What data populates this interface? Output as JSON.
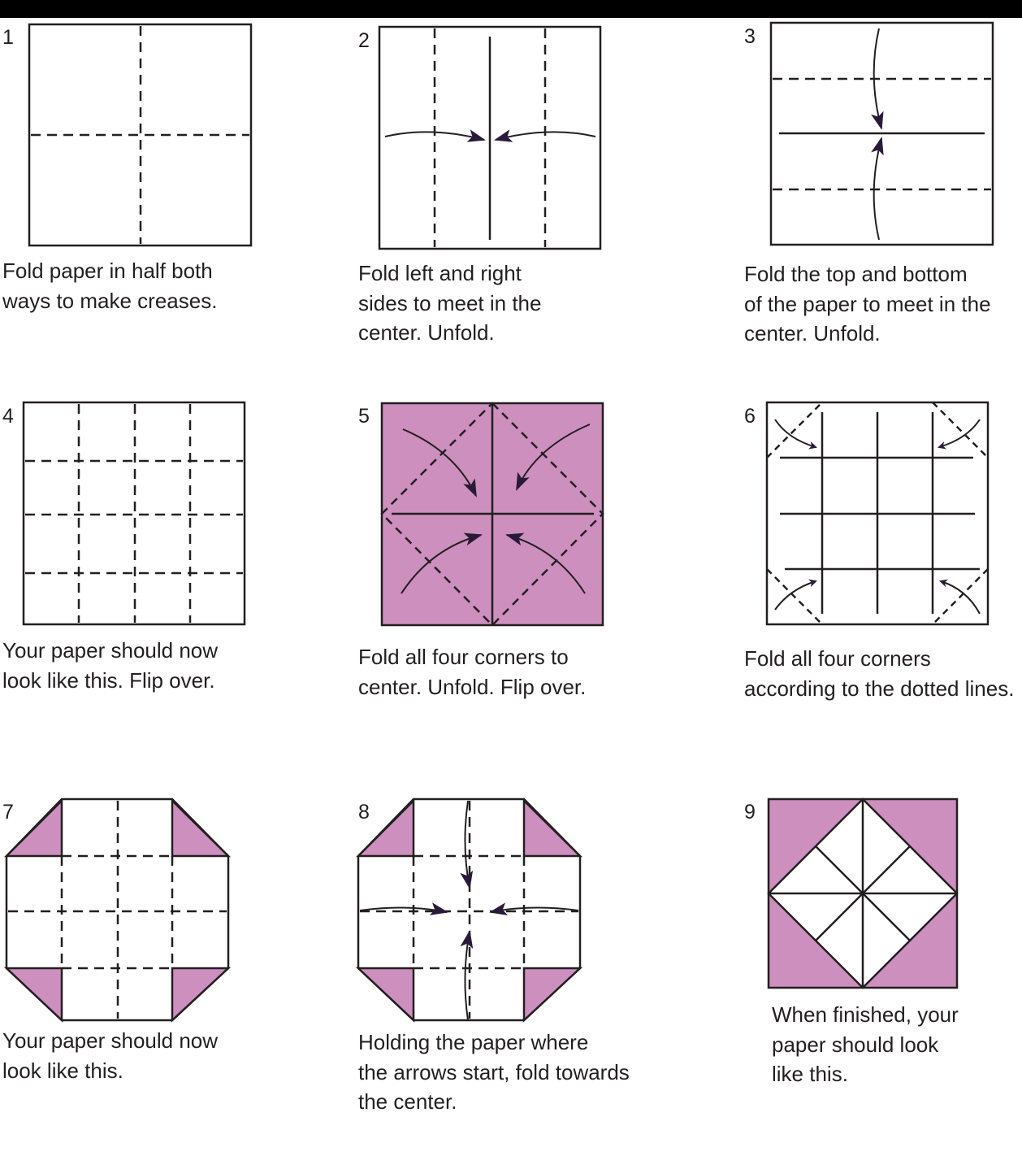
{
  "colors": {
    "paper_pink": "#cd8fbe",
    "line": "#231f20",
    "arrow": "#2a1a3a"
  },
  "steps": [
    {
      "number": "1",
      "lines": [
        "Fold paper in half both",
        "ways to make creases."
      ]
    },
    {
      "number": "2",
      "lines": [
        "Fold left and right",
        "sides to meet in the",
        "center.  Unfold."
      ]
    },
    {
      "number": "3",
      "lines": [
        "Fold the top and bottom",
        "of the paper to meet in the",
        "center.  Unfold."
      ]
    },
    {
      "number": "4",
      "lines": [
        "Your paper should now",
        "look like this.  Flip over."
      ]
    },
    {
      "number": "5",
      "lines": [
        "Fold all four corners to",
        "center.  Unfold.  Flip over."
      ]
    },
    {
      "number": "6",
      "lines": [
        "Fold all four corners",
        "according to the dotted lines."
      ]
    },
    {
      "number": "7",
      "lines": [
        "Your paper should now",
        "look like this."
      ]
    },
    {
      "number": "8",
      "lines": [
        "Holding the paper where",
        "the arrows start, fold towards",
        "the center."
      ]
    },
    {
      "number": "9",
      "lines": [
        "When finished, your",
        "paper should  look",
        "like this."
      ]
    }
  ]
}
